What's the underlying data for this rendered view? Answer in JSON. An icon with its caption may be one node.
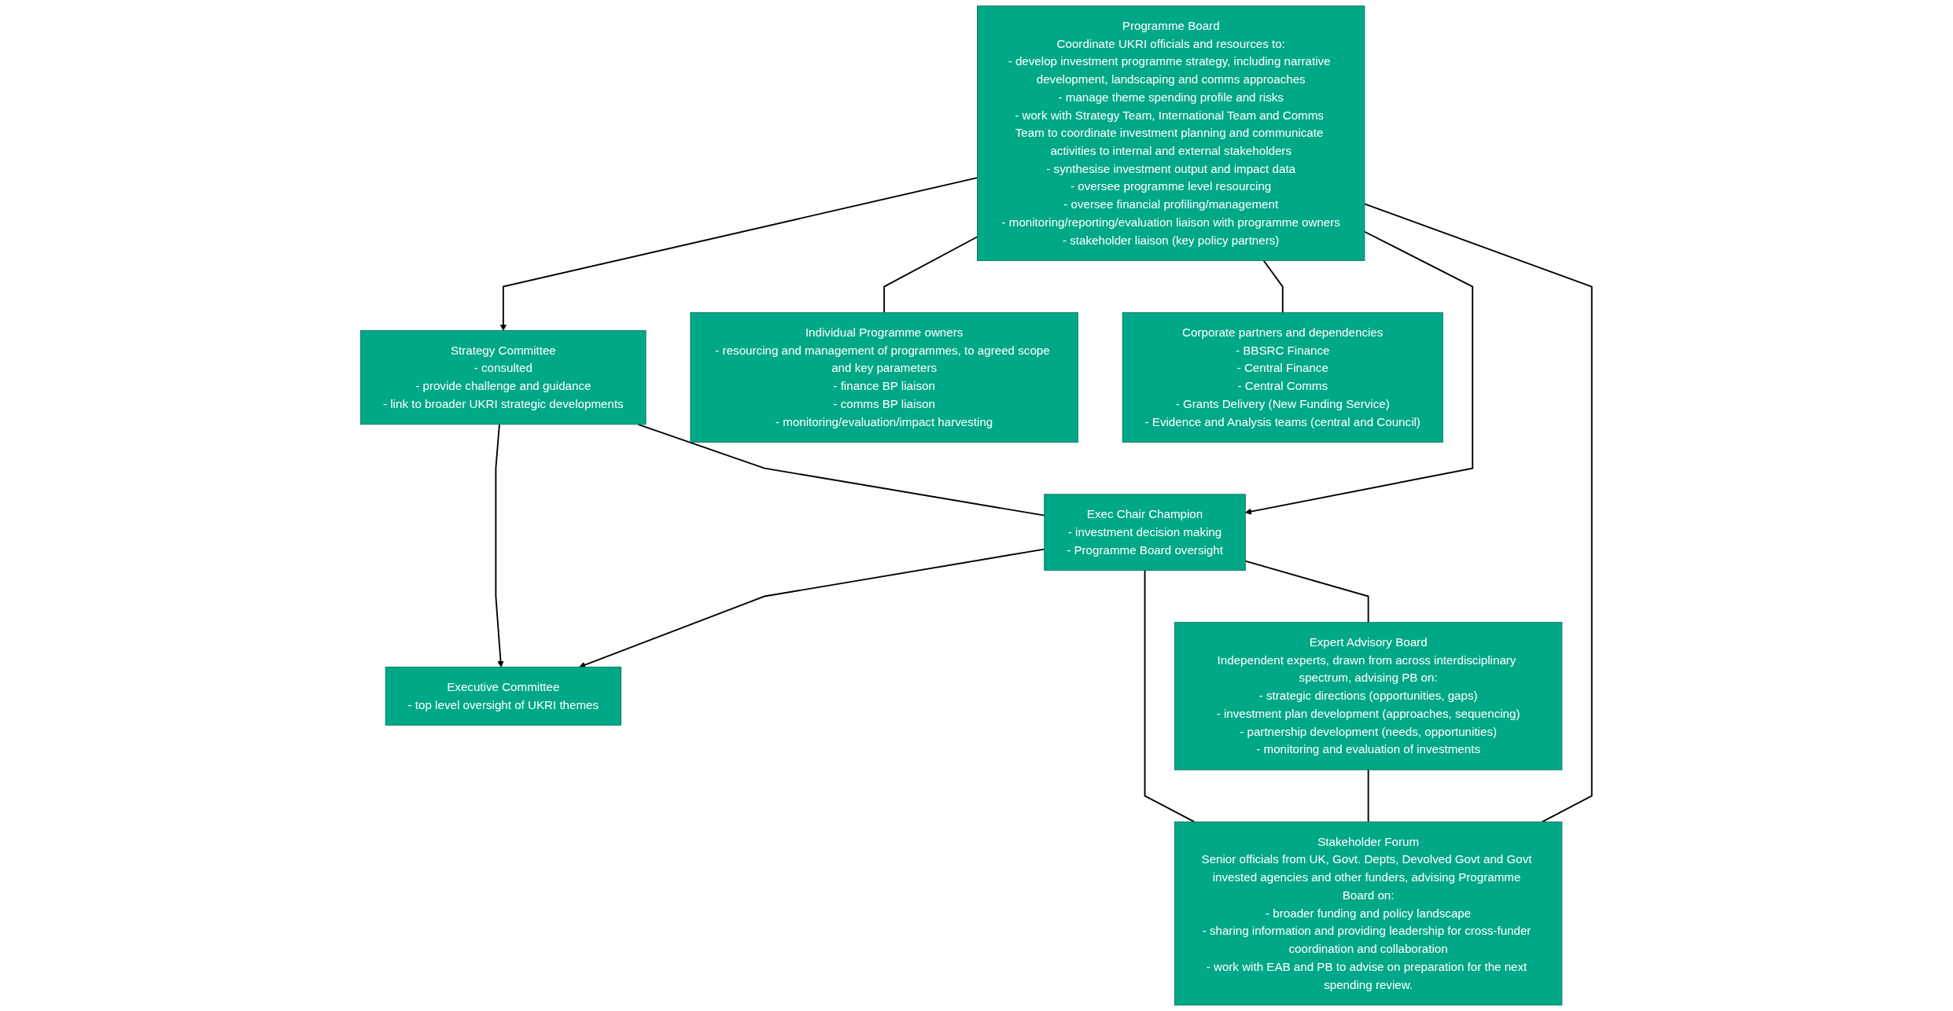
{
  "diagram": {
    "nodes": [
      {
        "text": [
          "Executive Committee",
          "- top level oversight of UKRI themes"
        ]
      },
      {
        "text": [
          "Expert Advisory Board",
          "Independent experts, drawn from across interdisciplinary spectrum, advising PB on:",
          "- strategic directions (opportunities, gaps)",
          "- investment plan development (approaches, sequencing)",
          "- partnership development (needs, opportunities)",
          "- monitoring and evaluation of investments"
        ]
      },
      {
        "text": [
          "Strategy Committee",
          "- consulted",
          "- provide challenge and guidance",
          "- link to broader UKRI strategic developments"
        ]
      },
      {
        "text": [
          "Exec Chair Champion",
          "- investment decision making",
          "- Programme Board oversight"
        ]
      },
      {
        "text": [
          "Stakeholder Forum",
          "Senior officials from UK, Govt. Depts, Devolved Govt and Govt invested agencies and other funders, advising Programme Board on:",
          "- broader funding and policy landscape",
          "- sharing information and providing leadership for cross-funder coordination and collaboration",
          "- work with EAB and PB to advise on preparation for the next spending review."
        ]
      },
      {
        "text": [
          "Programme Board",
          "Coordinate UKRI officials and resources to:",
          "- develop investment programme strategy, including narrative development, landscaping and comms approaches",
          "- manage theme spending profile and risks",
          "- work with Strategy Team, International Team and Comms Team to coordinate investment planning and communicate activities to internal and external stakeholders",
          "- synthesise investment output and impact data",
          "- oversee programme level resourcing",
          "- oversee financial profiling/management",
          "- monitoring/reporting/evaluation liaison with programme owners",
          "- stakeholder liaison (key policy partners)"
        ]
      },
      {
        "text": [
          "Individual Programme owners",
          "- resourcing and management of programmes, to agreed scope and key parameters",
          "- finance BP liaison",
          "- comms BP liaison",
          "- monitoring/evaluation/impact harvesting"
        ]
      },
      {
        "text": [
          "Corporate partners and dependencies",
          "- BBSRC Finance",
          "- Central Finance",
          "- Central Comms",
          "- Grants Delivery (New Funding Service)",
          "- Evidence and Analysis teams (central and Council)"
        ]
      }
    ],
    "edges": [
      {
        "from": 2,
        "to": 0,
        "arrow": "to"
      },
      {
        "from": 3,
        "to": 0,
        "arrow": "to"
      },
      {
        "from": 2,
        "to": 3,
        "arrow": "none"
      },
      {
        "from": 3,
        "to": 1,
        "arrow": "none"
      },
      {
        "from": 3,
        "to": 4,
        "arrow": "none"
      },
      {
        "from": 1,
        "to": 4,
        "arrow": "none"
      },
      {
        "from": 5,
        "to": 3,
        "arrow": "to"
      },
      {
        "from": 5,
        "to": 2,
        "arrow": "to"
      },
      {
        "from": 5,
        "to": 4,
        "arrow": "none"
      },
      {
        "from": 5,
        "to": 6,
        "arrow": "none"
      },
      {
        "from": 5,
        "to": 7,
        "arrow": "none"
      }
    ]
  }
}
